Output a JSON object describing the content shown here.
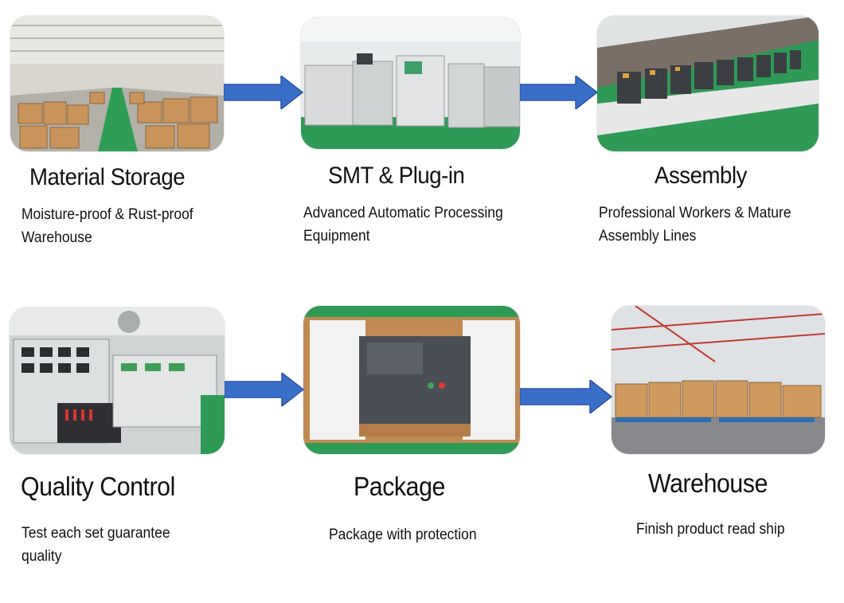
{
  "colors": {
    "arrow": "#3a6fc9",
    "arrow_edge": "#2a55a8",
    "floor_green": "#2f9e55",
    "box_brown": "#c9945c"
  },
  "steps": [
    {
      "title": "Material Storage",
      "desc_lines": [
        "Moisture-proof & Rust-proof",
        "Warehouse"
      ],
      "photo": "material-storage-photo"
    },
    {
      "title": "SMT & Plug-in",
      "desc_lines": [
        "Advanced Automatic Processing",
        "Equipment"
      ],
      "photo": "smt-machines-photo"
    },
    {
      "title": "Assembly",
      "desc_lines": [
        "Professional Workers & Mature",
        "Assembly Lines"
      ],
      "photo": "assembly-line-photo"
    },
    {
      "title": "Quality Control",
      "desc_lines": [
        "Test each set guarantee",
        "quality"
      ],
      "photo": "quality-testing-photo"
    },
    {
      "title": "Package",
      "desc_lines": [
        "Package with protection"
      ],
      "photo": "package-photo"
    },
    {
      "title": "Warehouse",
      "desc_lines": [
        "Finish product read ship"
      ],
      "photo": "warehouse-photo"
    }
  ]
}
